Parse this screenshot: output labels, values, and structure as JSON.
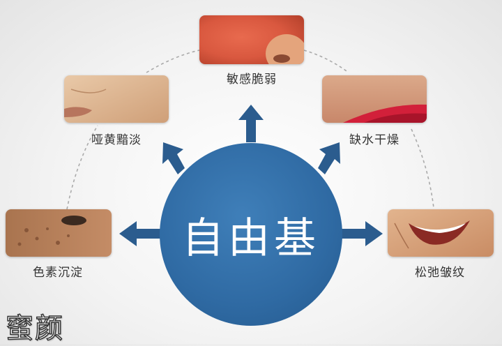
{
  "center": {
    "label": "自由基"
  },
  "outcomes": [
    {
      "label": "敏感脆弱",
      "image": "reddened-nose-skin-closeup"
    },
    {
      "label": "哑黄黯淡",
      "image": "dull-cheek-skin-closeup"
    },
    {
      "label": "缺水干燥",
      "image": "dry-lip-skin-closeup"
    },
    {
      "label": "色素沉淀",
      "image": "pigmented-cheek-closeup"
    },
    {
      "label": "松弛皱纹",
      "image": "wrinkled-smile-closeup"
    }
  ],
  "watermark": "蜜颜",
  "colors": {
    "hub": "#2f6aa3",
    "arrow": "#2b5c8e",
    "label_text": "#333333",
    "dash_line": "#aaaaaa"
  }
}
